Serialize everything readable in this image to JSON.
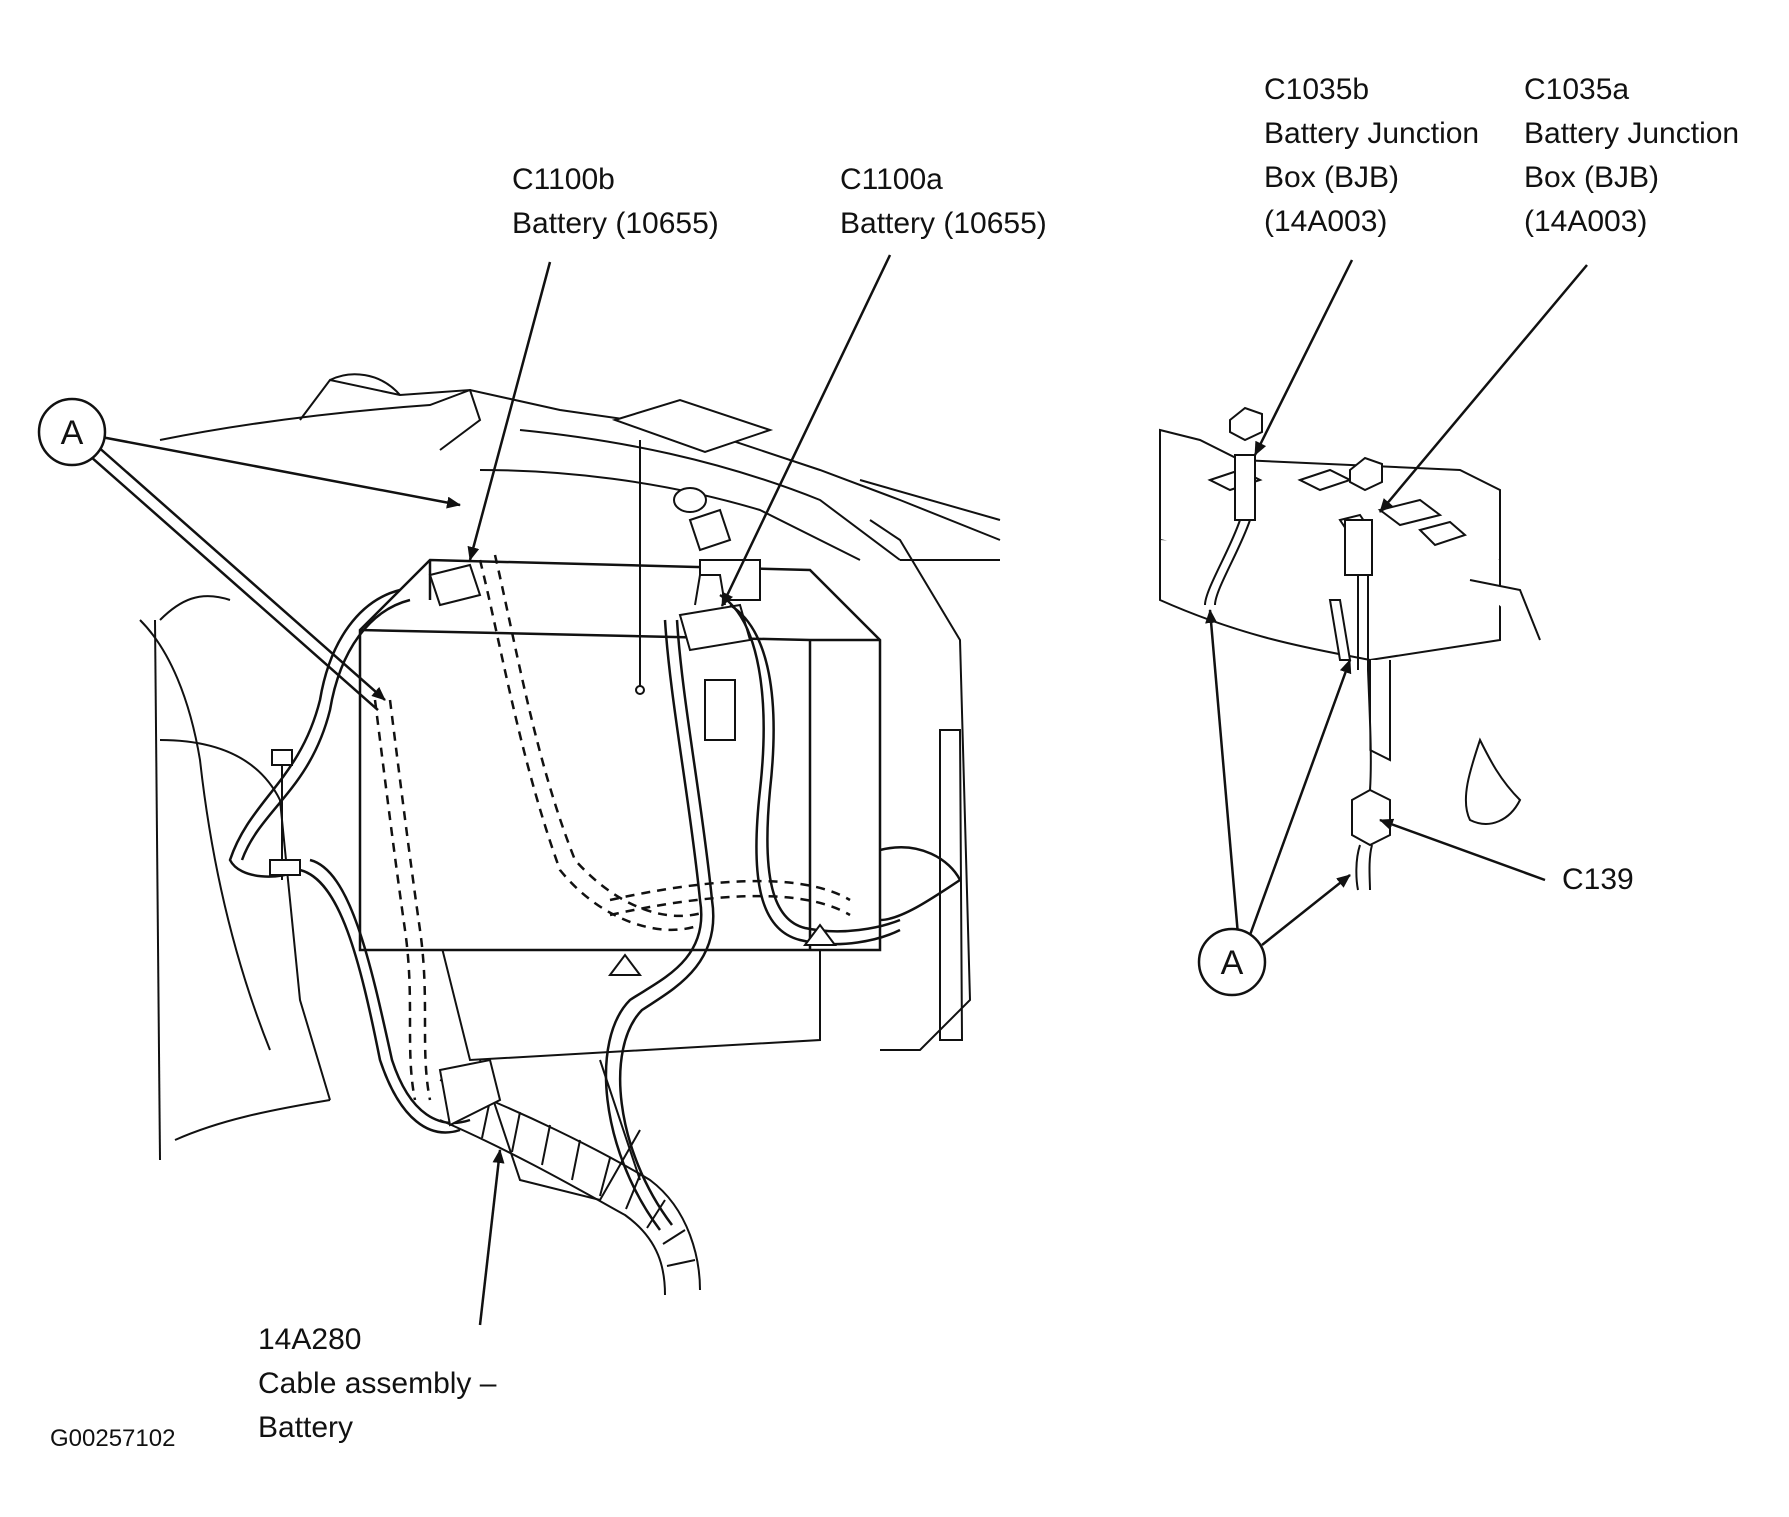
{
  "labels": {
    "c1100b": {
      "code": "C1100b",
      "name": "Battery (10655)"
    },
    "c1100a": {
      "code": "C1100a",
      "name": "Battery (10655)"
    },
    "c1035b": {
      "code": "C1035b",
      "line1": "Battery Junction",
      "line2": "Box (BJB)",
      "line3": "(14A003)"
    },
    "c1035a": {
      "code": "C1035a",
      "line1": "Battery Junction",
      "line2": "Box (BJB)",
      "line3": "(14A003)"
    },
    "c139": {
      "code": "C139"
    },
    "cable": {
      "code": "14A280",
      "line1": "Cable assembly –",
      "line2": "Battery"
    }
  },
  "callouts": {
    "left": "A",
    "right": "A"
  },
  "figure_id": "G00257102",
  "colors": {
    "ink": "#111111",
    "paper": "#ffffff"
  }
}
